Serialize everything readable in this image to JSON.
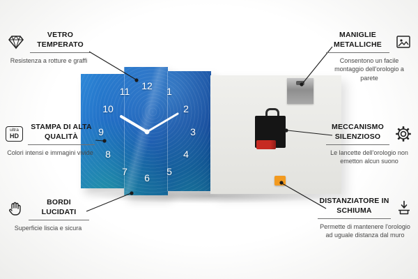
{
  "clock": {
    "numbers": [
      "12",
      "1",
      "2",
      "3",
      "4",
      "5",
      "6",
      "7",
      "8",
      "9",
      "10",
      "11"
    ],
    "time_shown": "10:10"
  },
  "callouts": {
    "vetro": {
      "title": "VETRO TEMPERATO",
      "desc": "Resistenza a rotture e graffi"
    },
    "stampa": {
      "title": "STAMPA DI ALTA QUALITÀ",
      "desc": "Colori intensi e immagini vivide"
    },
    "bordi": {
      "title": "BORDI LUCIDATI",
      "desc": "Superficie liscia e sicura"
    },
    "maniglie": {
      "title": "MANIGLIE METALLICHE",
      "desc": "Consentono un facile montaggio dell'orologio a parete"
    },
    "meccanismo": {
      "title": "MECCANISMO SILENZIOSO",
      "desc": "Le lancette dell'orologio non emetton alcun suono"
    },
    "distanziatore": {
      "title": "DISTANZIATORE IN SCHIUMA",
      "desc": "Permette di mantenere l'orologio ad uguale distanza dal muro"
    }
  },
  "icons": {
    "ultra_label": "ultra",
    "hd_label": "HD"
  },
  "colors": {
    "clock_blue": "#1d66bf",
    "foam_orange": "#f29a1f",
    "battery_red": "#c62a22",
    "mechanism_black": "#151515",
    "hand_white": "#ffffff"
  }
}
